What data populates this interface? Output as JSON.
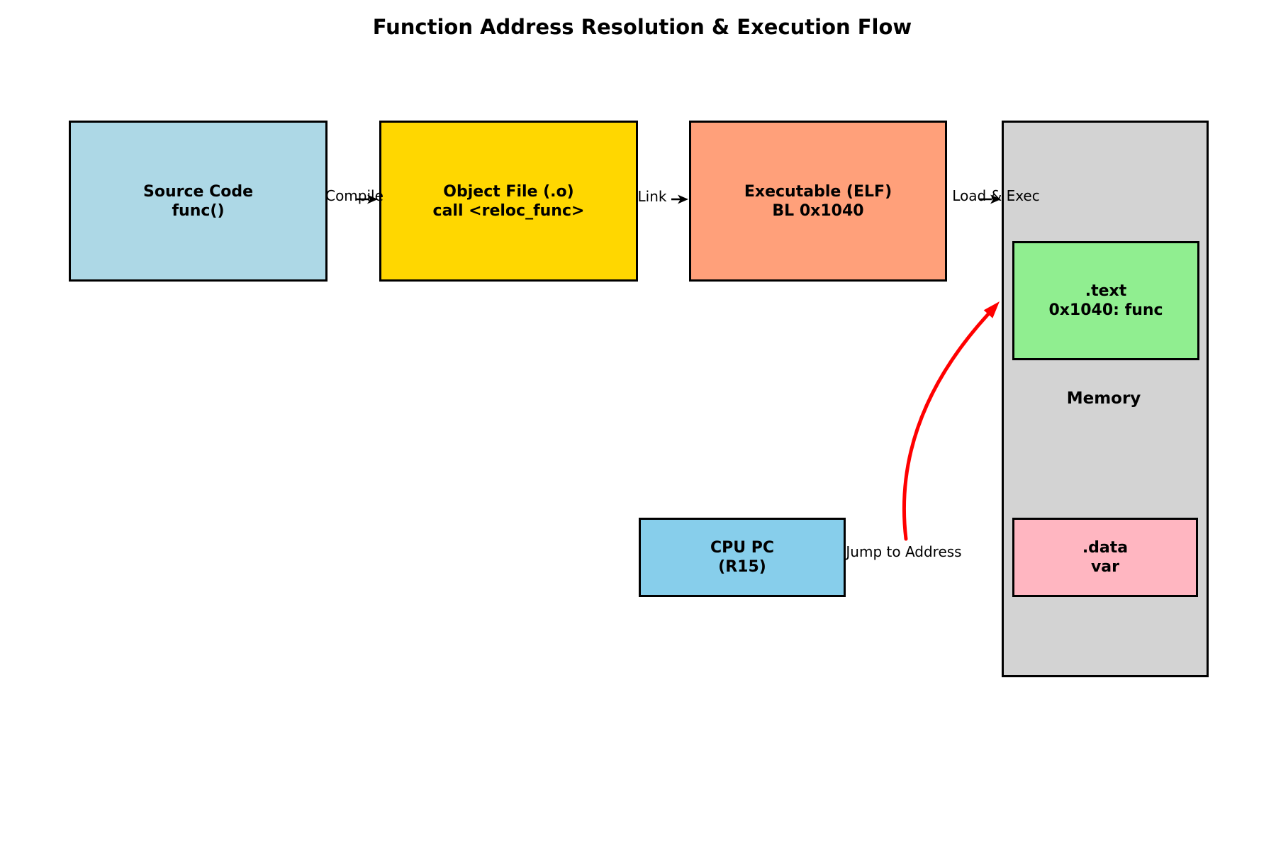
{
  "title": "Function Address Resolution & Execution Flow",
  "nodes": {
    "source": {
      "line1": "Source Code",
      "line2": "func()",
      "fill": "#ADD8E6"
    },
    "object": {
      "line1": "Object File (.o)",
      "line2": "call <reloc_func>",
      "fill": "#FFD700"
    },
    "executable": {
      "line1": "Executable (ELF)",
      "line2": "BL 0x1040",
      "fill": "#FFA07A"
    },
    "memory": {
      "label": "Memory",
      "fill": "#D3D3D3"
    },
    "text_section": {
      "line1": ".text",
      "line2": "0x1040: func",
      "fill": "#90EE90"
    },
    "data_section": {
      "line1": ".data",
      "line2": "var",
      "fill": "#FFB6C1"
    },
    "cpu_pc": {
      "line1": "CPU PC",
      "line2": "(R15)",
      "fill": "#87CEEB"
    }
  },
  "edges": {
    "compile": {
      "label": "Compile",
      "color": "#000000"
    },
    "link": {
      "label": "Link",
      "color": "#000000"
    },
    "load_exec": {
      "label": "Load & Exec",
      "color": "#000000"
    },
    "jump": {
      "label": "Jump to Address",
      "color": "#FF0000"
    }
  },
  "colors": {
    "border": "#000000",
    "background": "#FFFFFF",
    "text": "#000000"
  }
}
